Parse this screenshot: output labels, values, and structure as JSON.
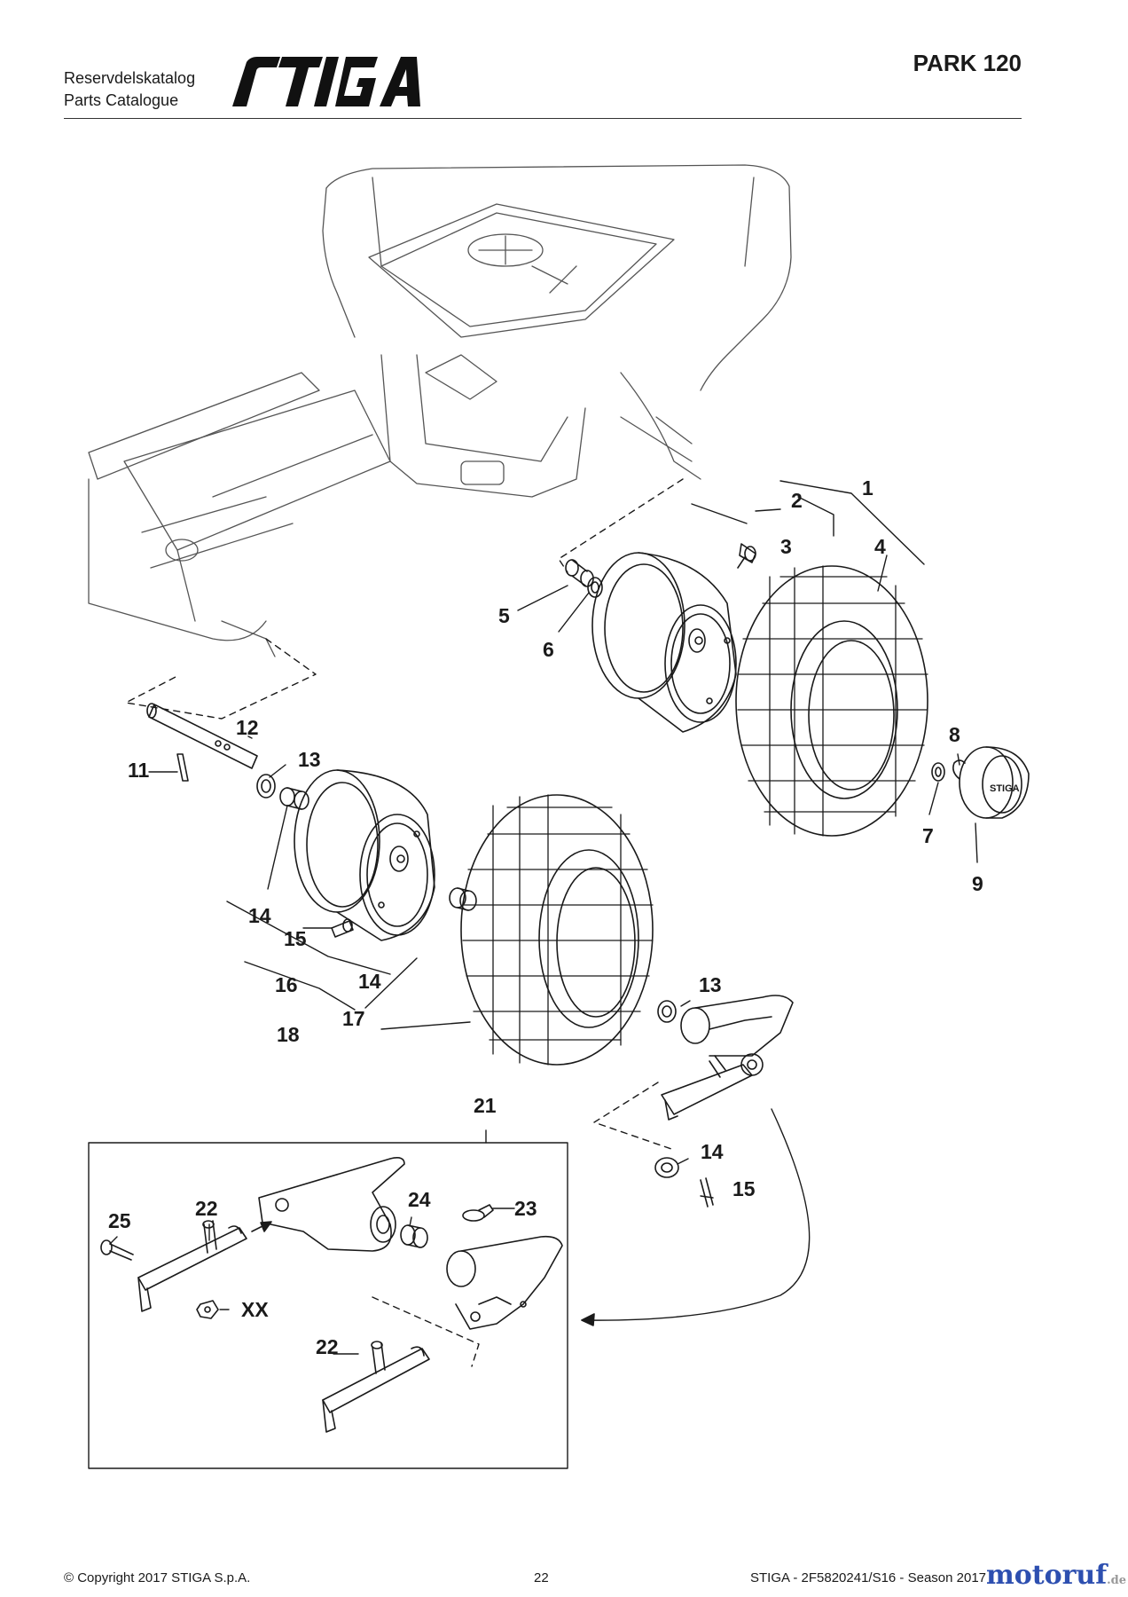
{
  "header": {
    "catalog_line1": "Reservdelskatalog",
    "catalog_line2": "Parts Catalogue",
    "brand": "STIGA",
    "model": "PARK 120"
  },
  "callouts": {
    "c1": "1",
    "c2": "2",
    "c3": "3",
    "c4": "4",
    "c5": "5",
    "c6": "6",
    "c7": "7",
    "c8": "8",
    "c9": "9",
    "c11": "11",
    "c12": "12",
    "c13a": "13",
    "c13b": "13",
    "c14a": "14",
    "c14b": "14",
    "c14c": "14",
    "c15a": "15",
    "c15b": "15",
    "c16": "16",
    "c17": "17",
    "c18": "18",
    "c21": "21",
    "c22a": "22",
    "c22b": "22",
    "c23": "23",
    "c24": "24",
    "c25": "25",
    "cxx": "XX"
  },
  "hubcap_text": "STIGA",
  "footer": {
    "copyright": "© Copyright 2017 STIGA S.p.A.",
    "page": "22",
    "doc": "STIGA - 2F5820241/S16 - Season 2017"
  },
  "watermark": {
    "main": "motoruf",
    "suffix": ".de"
  },
  "colors": {
    "line": "#1a1a1a",
    "watermark": "#2d4fb0"
  }
}
